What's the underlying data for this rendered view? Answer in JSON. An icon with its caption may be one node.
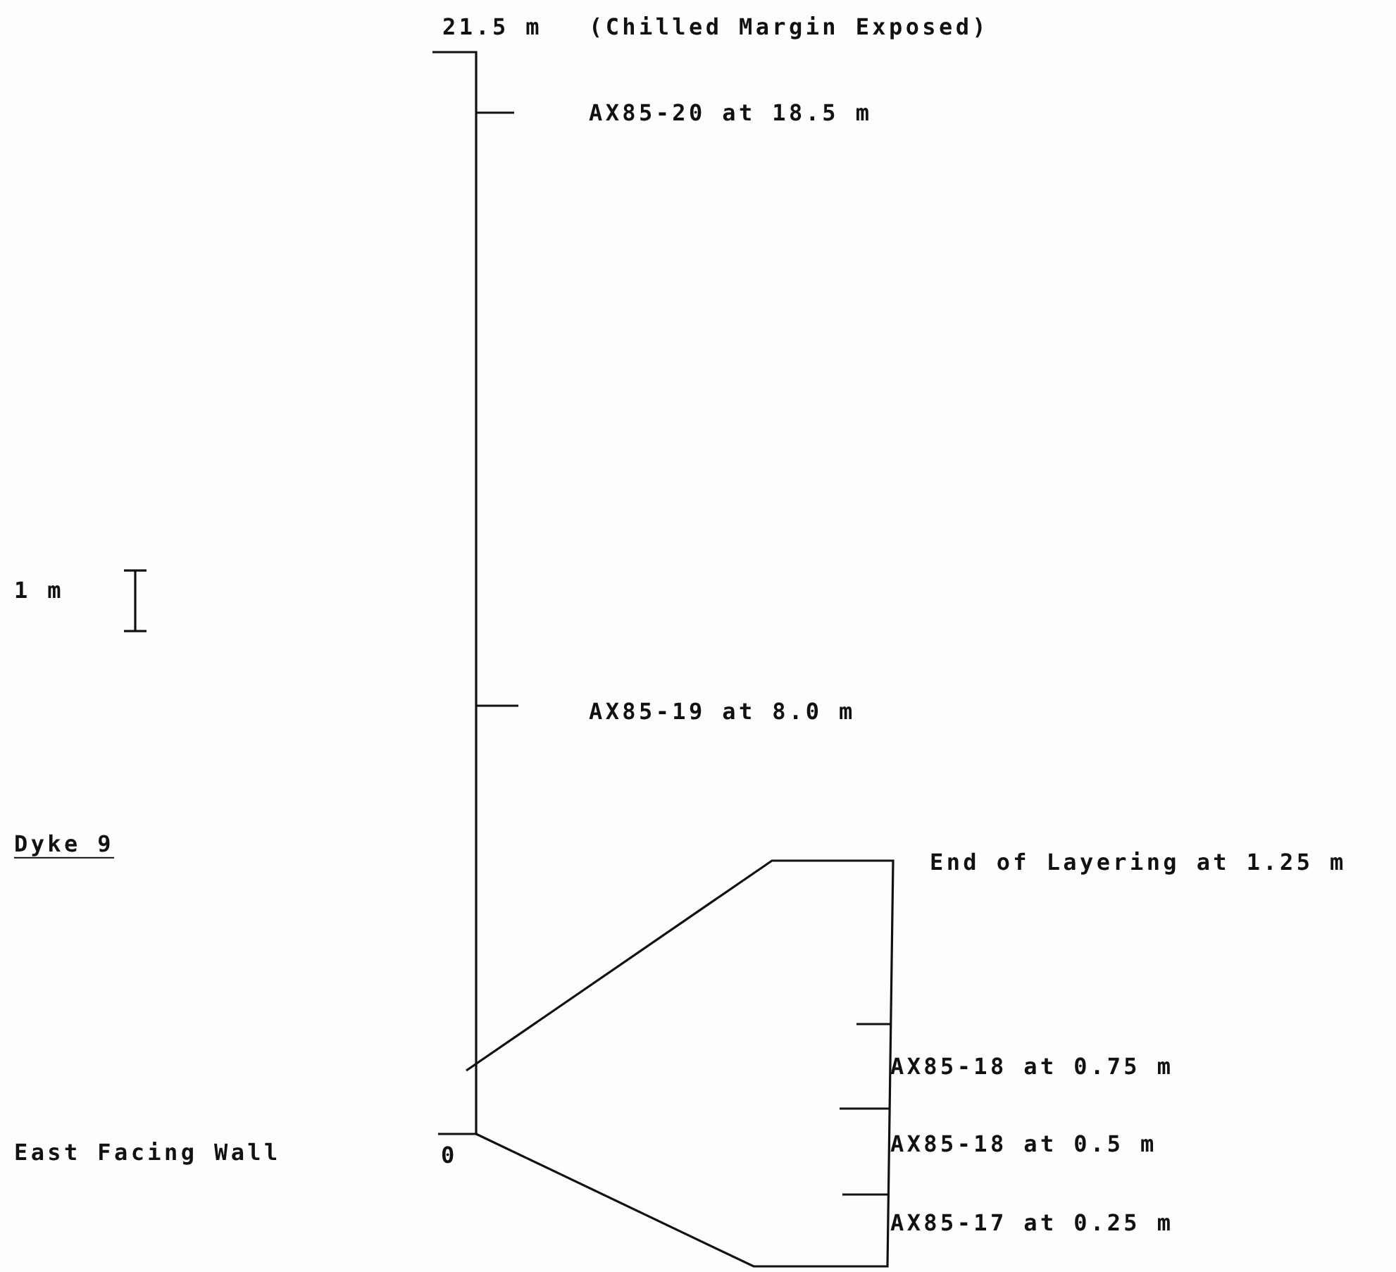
{
  "diagram": {
    "labels": [
      "21.5 m",
      "(Chilled Margin Exposed)",
      "AX85-20 at 18.5 m",
      "1 m",
      "AX85-19 at 8.0 m",
      "Dyke 9",
      "End of Layering at 1.25 m",
      "AX85-18 at 0.75 m",
      "East Facing Wall",
      "0",
      "AX85-18 at 0.5 m",
      "AX85-17 at 0.25 m"
    ]
  }
}
